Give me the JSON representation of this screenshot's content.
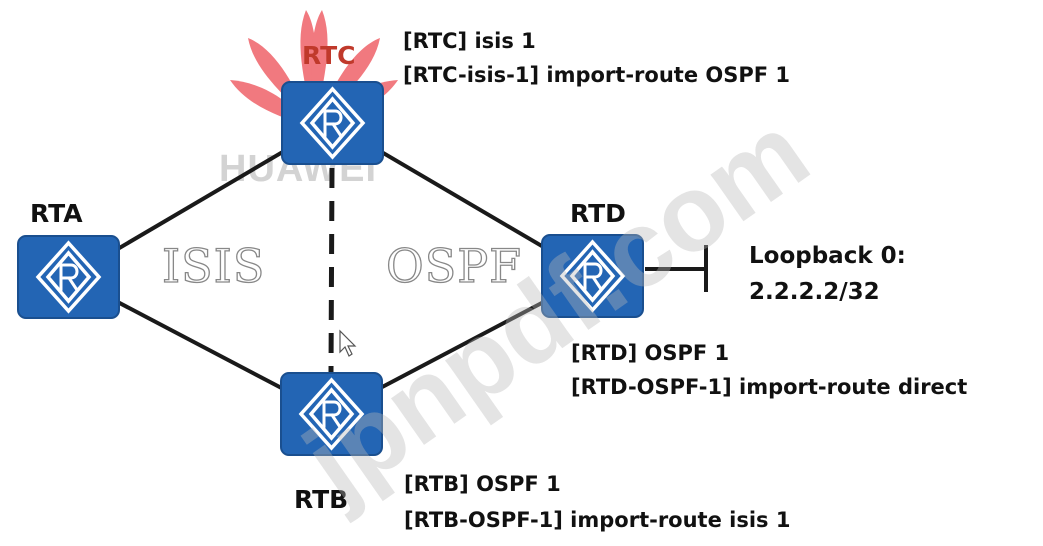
{
  "watermark": {
    "brand": "HUAWEI",
    "site": "jpnpdf.com"
  },
  "colors": {
    "router_fill": "#2365b4",
    "router_border": "#1a4f8f",
    "router_symbol": "#ffffff",
    "link": "#1a1a1a",
    "logo_red": "#e8212b"
  },
  "areas": {
    "left": "ISIS",
    "right": "OSPF"
  },
  "routers": [
    {
      "id": "rtc",
      "name": "RTC",
      "icon": "router-icon"
    },
    {
      "id": "rta",
      "name": "RTA",
      "icon": "router-icon"
    },
    {
      "id": "rtd",
      "name": "RTD",
      "icon": "router-icon"
    },
    {
      "id": "rtb",
      "name": "RTB",
      "icon": "router-icon"
    }
  ],
  "links": [
    {
      "from": "RTA",
      "to": "RTC",
      "style": "solid"
    },
    {
      "from": "RTC",
      "to": "RTD",
      "style": "solid"
    },
    {
      "from": "RTA",
      "to": "RTB",
      "style": "solid"
    },
    {
      "from": "RTB",
      "to": "RTD",
      "style": "solid"
    },
    {
      "from": "RTC",
      "to": "RTB",
      "style": "dashed"
    }
  ],
  "loopback": {
    "line1": "Loopback 0:",
    "line2": "2.2.2.2/32"
  },
  "configs": {
    "rtc": [
      "[RTC] isis 1",
      "[RTC-isis-1] import-route OSPF 1"
    ],
    "rtd": [
      "[RTD] OSPF 1",
      "[RTD-OSPF-1] import-route direct"
    ],
    "rtb": [
      "[RTB] OSPF 1",
      "[RTB-OSPF-1] import-route isis 1"
    ]
  }
}
